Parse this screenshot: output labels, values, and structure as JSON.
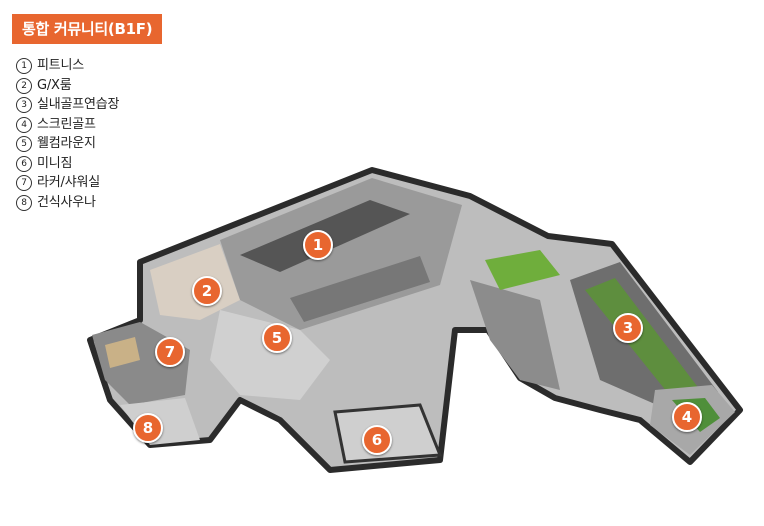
{
  "title": "통합 커뮤니티(B1F)",
  "legend": [
    {
      "num": "1",
      "label": "피트니스"
    },
    {
      "num": "2",
      "label": "G/X룸"
    },
    {
      "num": "3",
      "label": "실내골프연습장"
    },
    {
      "num": "4",
      "label": "스크린골프"
    },
    {
      "num": "5",
      "label": "웰컴라운지"
    },
    {
      "num": "6",
      "label": "미니짐"
    },
    {
      "num": "7",
      "label": "라커/샤워실"
    },
    {
      "num": "8",
      "label": "건식사우나"
    }
  ],
  "colors": {
    "accent": "#e8662f",
    "wall": "#3a3a3a",
    "floor": "#cfcfcf",
    "green": "#6fae3c"
  }
}
